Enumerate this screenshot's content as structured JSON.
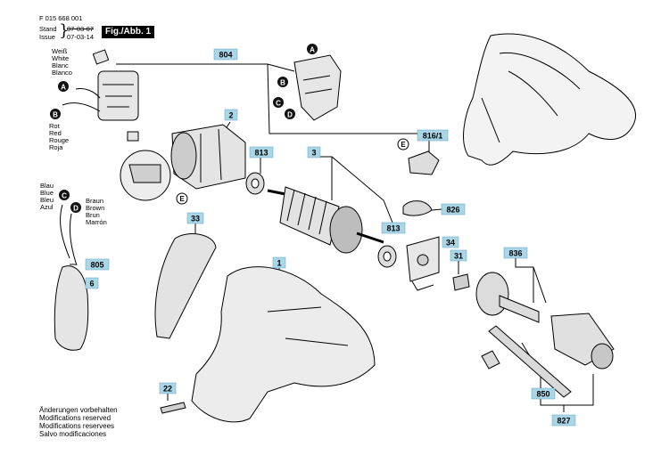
{
  "header": {
    "part_no": "F 015 668 001",
    "stand_label": "Stand",
    "stand_date": "07-03-07",
    "issue_label": "Issue",
    "issue_date": "07-03-14",
    "figure": "Fig./Abb. 1"
  },
  "callouts": {
    "p804": "804",
    "p2": "2",
    "p813a": "813",
    "p3": "3",
    "p816_1": "816/1",
    "p826": "826",
    "p813b": "813",
    "p34": "34",
    "p33": "33",
    "p1": "1",
    "p836": "836",
    "p31": "31",
    "p805": "805",
    "p6": "6",
    "p22": "22",
    "p850": "850",
    "p827": "827"
  },
  "markers": {
    "A1": "A",
    "A2": "A",
    "B1": "B",
    "B2": "B",
    "C1": "C",
    "C2": "C",
    "D1": "D",
    "D2": "D",
    "E1": "E",
    "E2": "E"
  },
  "wire_colors": {
    "white": [
      "Weiß",
      "White",
      "Blanc",
      "Blanco"
    ],
    "red": [
      "Rot",
      "Red",
      "Rouge",
      "Roja"
    ],
    "blue": [
      "Blau",
      "Blue",
      "Bleu",
      "Azul"
    ],
    "brown": [
      "Braun",
      "Brown",
      "Brun",
      "Marrón"
    ]
  },
  "footer": [
    "Änderungen vorbehalten",
    "Modifications reserved",
    "Modifications reservees",
    "Salvo modificaciones"
  ],
  "style": {
    "callout_fill": "#a9d7e8",
    "marker_fill": "#111111"
  }
}
